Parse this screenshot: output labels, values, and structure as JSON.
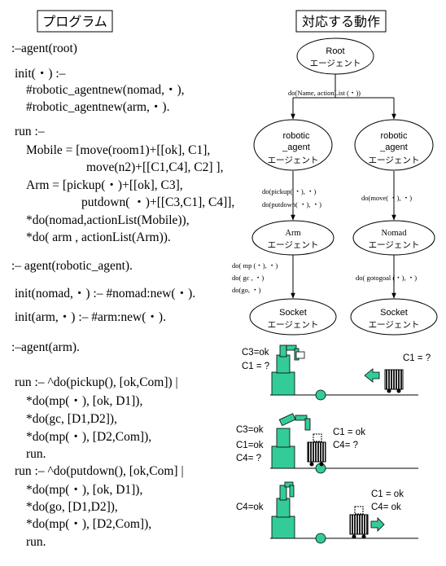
{
  "headers": {
    "program": "プログラム",
    "behavior": "対応する動作"
  },
  "program_lines": [
    ":–agent(root)",
    "init(・) :–",
    "#robotic_agentnew(nomad,・),",
    "#robotic_agentnew(arm,・).",
    "run :–",
    "Mobile = [move(room1)+[[ok], C1],",
    "move(n2)+[[C1,C4], C2] ],",
    "Arm     = [pickup(・)+[[ok], C3],",
    "putdown( ・)+[[C3,C1], C4]],",
    "*do(nomad,actionList(Mobile)),",
    "*do(  arm  , actionList(Arm)).",
    ":– agent(robotic_agent).",
    "init(nomad,・) :– #nomad:new(・).",
    "init(arm,・) :– #arm:new(・).",
    ":–agent(arm).",
    "run :– ^do(pickup(), [ok,Com]) |",
    "*do(mp(・), [ok, D1]),",
    "*do(gc,       [D1,D2]),",
    "*do(mp(・), [D2,Com]),",
    "run.",
    "run :– ^do(putdown(), [ok,Com] |",
    "*do(mp(・), [ok, D1]),",
    "*do(go,       [D1,D2]),",
    "*do(mp(・), [D2,Com]),",
    "run."
  ],
  "nodes": {
    "root": [
      "Root",
      "エージェント"
    ],
    "robotic_left": [
      "robotic",
      "_agent",
      "エージェント"
    ],
    "robotic_right": [
      "robotic",
      "_agent",
      "エージェント"
    ],
    "arm": [
      "Arm",
      "エージェント"
    ],
    "nomad": [
      "Nomad",
      "エージェント"
    ],
    "socket_left": [
      "Socket",
      "エージェント"
    ],
    "socket_right": [
      "Socket",
      "エージェント"
    ]
  },
  "edge_labels": {
    "root_do": "do(Name,  actionList  (・))",
    "left_pickup": "do(pickup(   ・), ・)",
    "left_putdown": "do(putdown(   ・), ・)",
    "right_move": "do(move(    ・), ・)",
    "arm_mp": "do(  mp (・),  ・)",
    "arm_gc": "do(  gc ,  ・)",
    "arm_go": "do(go,   ・)",
    "nomad_goto": "do(  gotogoal  (・), ・)"
  },
  "scenes": [
    {
      "left": [
        "C3=ok",
        "C1 = ?"
      ],
      "right": [
        "C1 = ?"
      ]
    },
    {
      "left": [
        "C3=ok",
        "C1=ok",
        "C4= ?"
      ],
      "right": [
        "C1 = ok",
        "C4= ?"
      ]
    },
    {
      "left": [
        "C4=ok"
      ],
      "right": [
        "C1 = ok",
        "C4= ok"
      ]
    }
  ],
  "colors": {
    "robot_green": "#33cc99",
    "box_dark": "#1a1a1a",
    "node_green": "#33cc99"
  }
}
